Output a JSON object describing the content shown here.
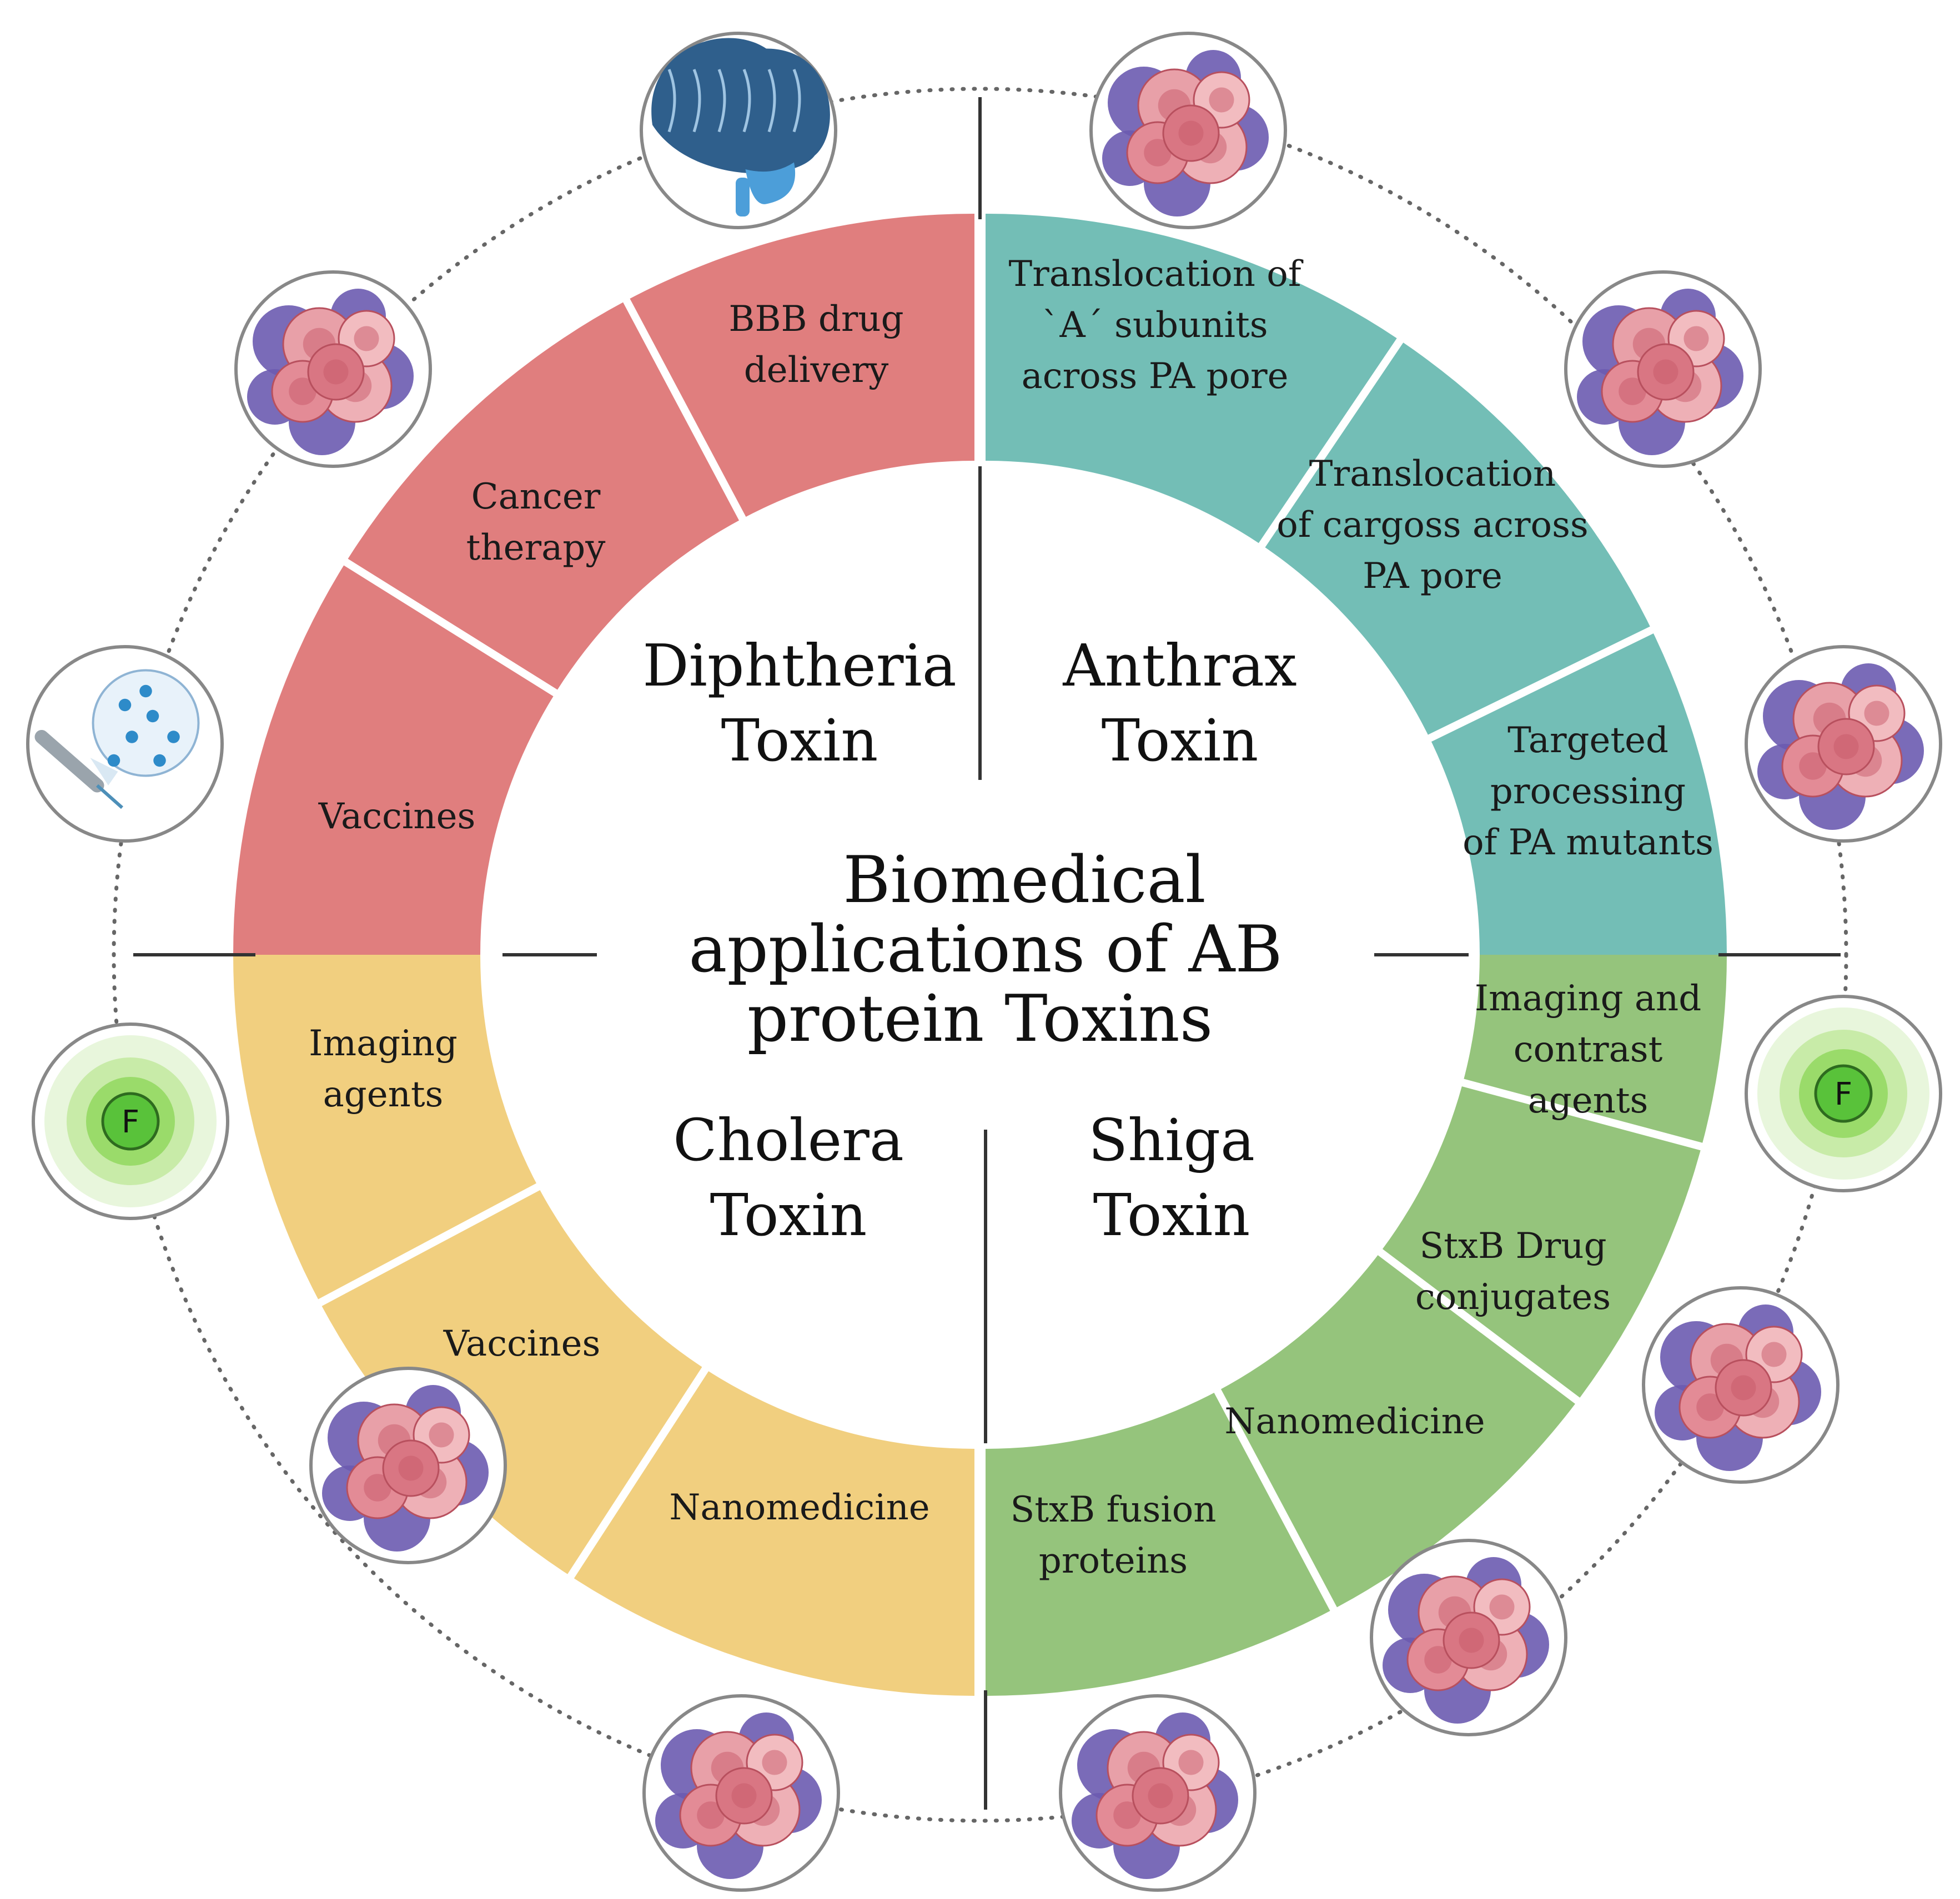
{
  "center_title": [
    "Biomedical",
    "applications of AB",
    "protein Toxins"
  ],
  "colors": {
    "diphtheria": "#E07E7E",
    "anthrax": "#73BEB6",
    "cholera": "#F1CF7F",
    "shiga": "#95C47C",
    "divider_white": "#FFFFFF",
    "line": "#333333",
    "dotted": "#666666",
    "icon_border": "#888888"
  },
  "quadrants": [
    {
      "key": "diphtheria",
      "toxin_lines": [
        "Diphtheria",
        "Toxin"
      ],
      "segments": [
        {
          "lines": [
            "BBB drug",
            "delivery"
          ]
        },
        {
          "lines": [
            "Cancer",
            "therapy"
          ]
        },
        {
          "lines": [
            "Vaccines"
          ]
        }
      ]
    },
    {
      "key": "anthrax",
      "toxin_lines": [
        "Anthrax",
        "Toxin"
      ],
      "segments": [
        {
          "lines": [
            "Translocation of",
            "`A´ subunits",
            "across PA pore"
          ]
        },
        {
          "lines": [
            "Translocation",
            "of cargoss across",
            "PA pore"
          ]
        },
        {
          "lines": [
            "Targeted",
            "processing",
            "of PA mutants"
          ]
        }
      ]
    },
    {
      "key": "cholera",
      "toxin_lines": [
        "Cholera",
        "Toxin"
      ],
      "segments": [
        {
          "lines": [
            "Imaging",
            "agents"
          ]
        },
        {
          "lines": [
            "Vaccines"
          ]
        },
        {
          "lines": [
            "Nanomedicine"
          ]
        }
      ]
    },
    {
      "key": "shiga",
      "toxin_lines": [
        "Shiga",
        "Toxin"
      ],
      "segments": [
        {
          "lines": [
            "Imaging and",
            "contrast",
            "agents"
          ]
        },
        {
          "lines": [
            "StxB Drug",
            "conjugates"
          ]
        },
        {
          "lines": [
            "Nanomedicine"
          ]
        },
        {
          "lines": [
            "StxB fusion",
            "proteins"
          ]
        }
      ]
    }
  ],
  "icons": [
    {
      "name": "brain-icon"
    },
    {
      "name": "cancer-cells-icon"
    },
    {
      "name": "cancer-cells-icon"
    },
    {
      "name": "cancer-cells-icon"
    },
    {
      "name": "cancer-cells-icon"
    },
    {
      "name": "fluorescence-icon",
      "label": "F"
    },
    {
      "name": "cancer-cells-icon"
    },
    {
      "name": "cancer-cells-icon"
    },
    {
      "name": "cancer-cells-icon"
    },
    {
      "name": "cancer-cells-icon"
    },
    {
      "name": "cancer-cells-icon"
    },
    {
      "name": "fluorescence-icon",
      "label": "F"
    },
    {
      "name": "vaccine-syringe-icon"
    },
    {
      "name": "cancer-cells-icon"
    }
  ]
}
